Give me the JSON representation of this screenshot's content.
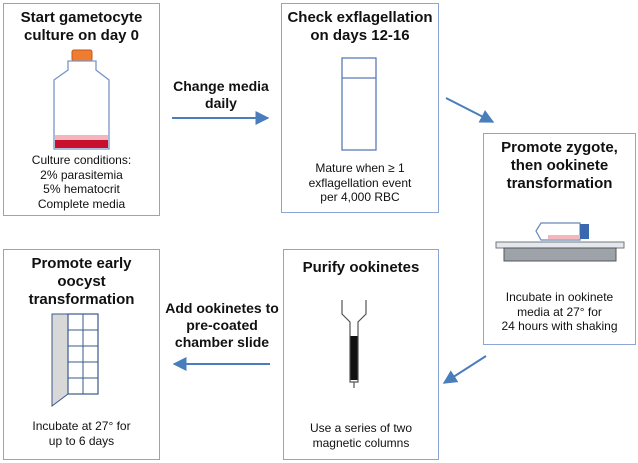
{
  "steps": [
    {
      "title": [
        "Start gametocyte",
        "culture on day 0"
      ],
      "caption": [
        "Culture conditions:",
        "2% parasitemia",
        "5% hematocrit",
        "Complete media"
      ]
    },
    {
      "title": [
        "Check exflagellation",
        "on days 12-16"
      ],
      "caption": [
        "Mature when ≥ 1",
        "exflagellation event",
        "per 4,000 RBC"
      ]
    },
    {
      "title": [
        "Promote zygote,",
        "then ookinete",
        "transformation"
      ],
      "caption": [
        "Incubate in ookinete",
        "media at 27° for",
        "24 hours with shaking"
      ]
    },
    {
      "title": [
        "Purify ookinetes"
      ],
      "caption": [
        "Use a series of two",
        "magnetic columns"
      ]
    },
    {
      "title": [
        "Promote early",
        "oocyst",
        "transformation"
      ],
      "caption": [
        "Incubate at 27° for",
        "up to 6 days"
      ]
    }
  ],
  "transitions": [
    {
      "label": [
        "Change media",
        "daily"
      ]
    },
    {
      "label": [
        "Add ookinetes to",
        "pre-coated",
        "chamber slide"
      ]
    }
  ],
  "colors": {
    "box_border": "#8ba6d6",
    "arrow": "#4a7dbb",
    "media_red": "#c8102e",
    "cap_orange": "#f07c30"
  }
}
